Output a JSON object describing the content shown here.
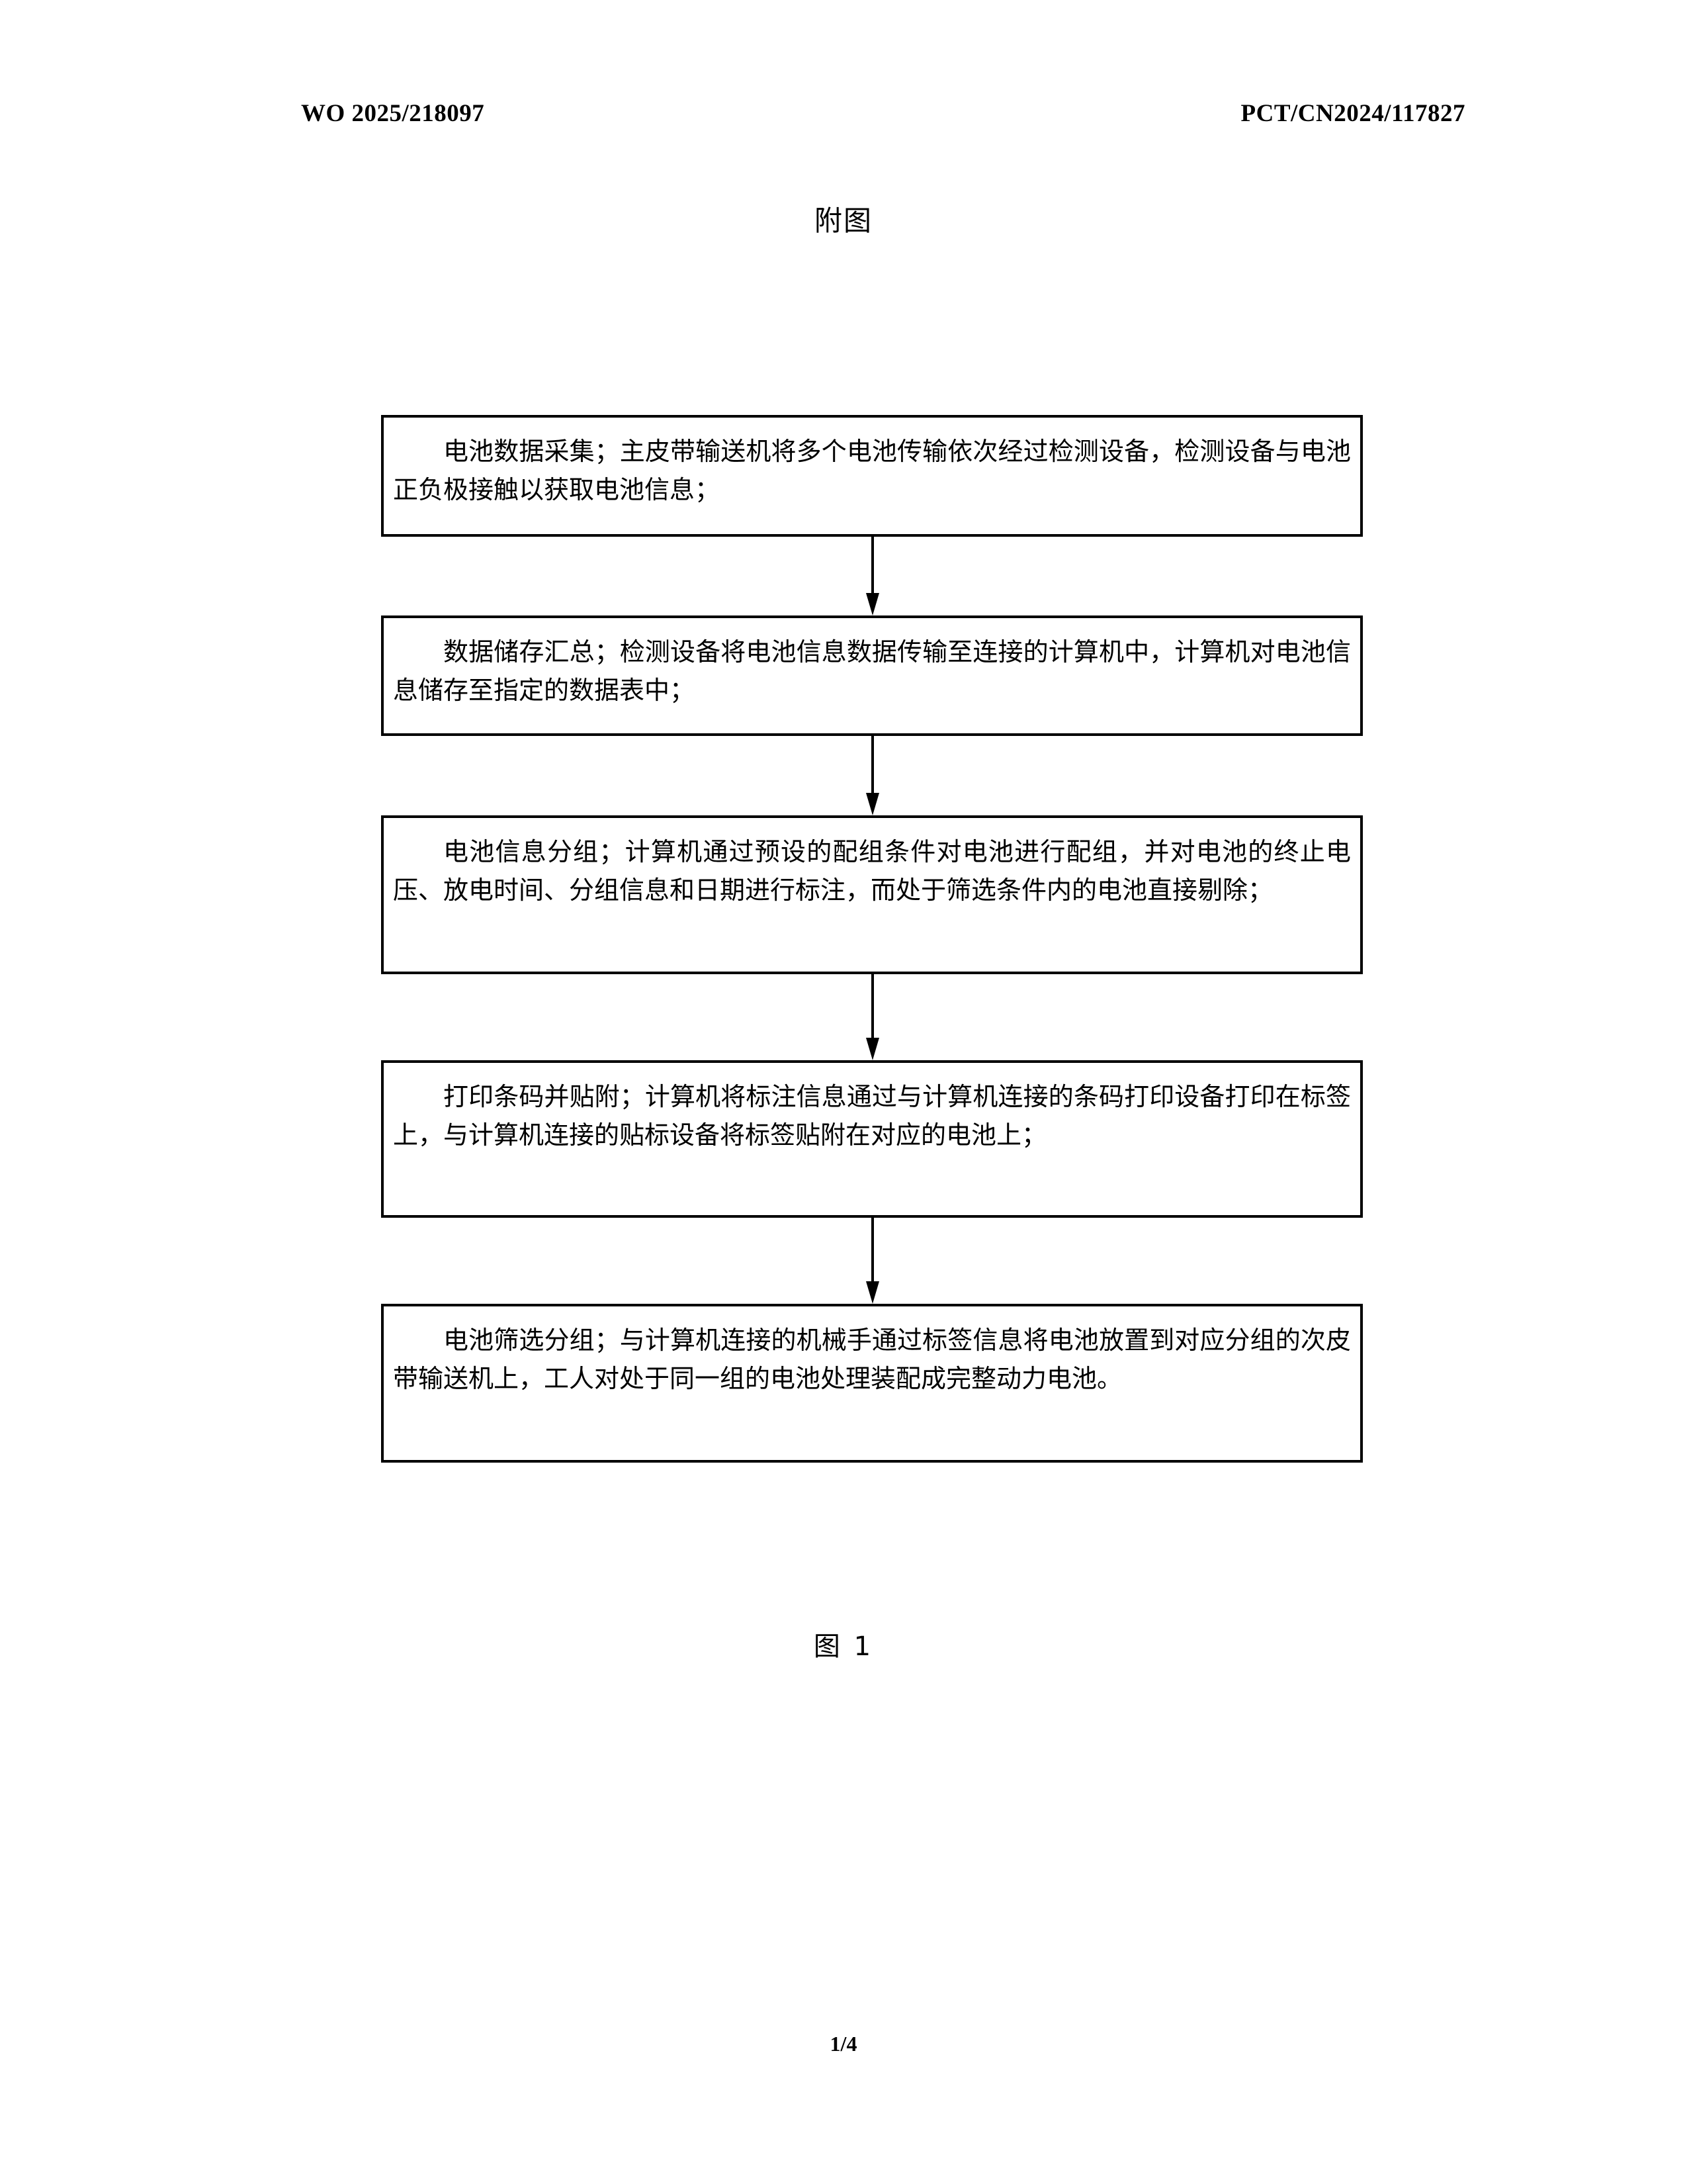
{
  "document": {
    "header": {
      "publication_number": "WO 2025/218097",
      "application_number": "PCT/CN2024/117827"
    },
    "section_title": "附图",
    "figure_caption": "图 1",
    "footer": {
      "page_number": "1/4"
    }
  },
  "flowchart": {
    "steps": [
      {
        "id": "step-1",
        "text": "电池数据采集；主皮带输送机将多个电池传输依次经过检测设备，检测设备与电池正负极接触以获取电池信息；"
      },
      {
        "id": "step-2",
        "text": "数据储存汇总；检测设备将电池信息数据传输至连接的计算机中，计算机对电池信息储存至指定的数据表中；"
      },
      {
        "id": "step-3",
        "text": "电池信息分组；计算机通过预设的配组条件对电池进行配组，并对电池的终止电压、放电时间、分组信息和日期进行标注，而处于筛选条件内的电池直接剔除；"
      },
      {
        "id": "step-4",
        "text": "打印条码并贴附；计算机将标注信息通过与计算机连接的条码打印设备打印在标签上，与计算机连接的贴标设备将标签贴附在对应的电池上；"
      },
      {
        "id": "step-5",
        "text": "电池筛选分组；与计算机连接的机械手通过标签信息将电池放置到对应分组的次皮带输送机上，工人对处于同一组的电池处理装配成完整动力电池。"
      }
    ],
    "connectors": [
      {
        "id": "arrow-1",
        "from": "step-1",
        "to": "step-2",
        "icon": "down-arrow-icon"
      },
      {
        "id": "arrow-2",
        "from": "step-2",
        "to": "step-3",
        "icon": "down-arrow-icon"
      },
      {
        "id": "arrow-3",
        "from": "step-3",
        "to": "step-4",
        "icon": "down-arrow-icon"
      },
      {
        "id": "arrow-4",
        "from": "step-4",
        "to": "step-5",
        "icon": "down-arrow-icon"
      }
    ]
  },
  "colors": {
    "ink": "#000000",
    "paper": "#ffffff"
  }
}
